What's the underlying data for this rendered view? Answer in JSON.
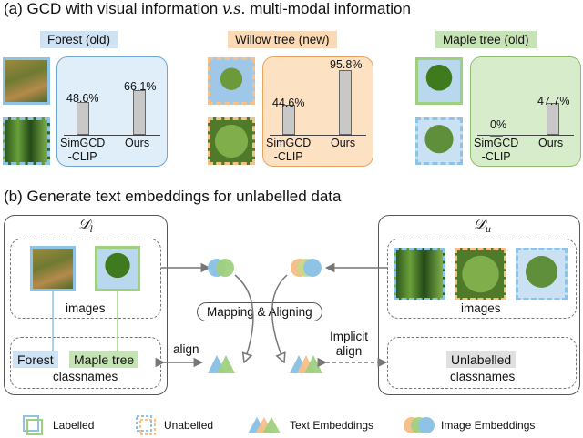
{
  "section_a": {
    "title_prefix": "(a) GCD with visual information ",
    "title_vs": "v.s.",
    "title_suffix": " multi-modal information",
    "panels": [
      {
        "label": "Forest (old)",
        "label_color": "#cfe2f3",
        "panel_bg": "#dfeef8",
        "panel_border": "#6aa7d4",
        "methods": [
          "SimGCD\n-CLIP",
          "Ours"
        ],
        "values": [
          48.6,
          66.1
        ],
        "value_labels": [
          "48.6%",
          "66.1%"
        ]
      },
      {
        "label": "Willow tree (new)",
        "label_color": "#fbd9b4",
        "panel_bg": "#fde1c3",
        "panel_border": "#e8a45c",
        "methods": [
          "SimGCD\n-CLIP",
          "Ours"
        ],
        "values": [
          44.6,
          95.8
        ],
        "value_labels": [
          "44.6%",
          "95.8%"
        ]
      },
      {
        "label": "Maple tree (old)",
        "label_color": "#c5e3b4",
        "panel_bg": "#d7ecca",
        "panel_border": "#8bbf6d",
        "methods": [
          "SimGCD\n-CLIP",
          "Ours"
        ],
        "values": [
          0,
          47.7
        ],
        "value_labels": [
          "0%",
          "47.7%"
        ]
      }
    ],
    "method_1": "SimGCD",
    "method_1b": "-CLIP",
    "method_2": "Ours"
  },
  "section_b": {
    "title": "(b) Generate text embeddings for unlabelled data",
    "left_box_label": "𝒟",
    "left_box_sub": "l",
    "right_box_label": "𝒟",
    "right_box_sub": "u",
    "images_label_left": "images",
    "images_label_right": "images",
    "classname_forest": "Forest",
    "classname_maple": "Maple tree",
    "classnames_left": "classnames",
    "unlabelled": "Unlabelled",
    "classnames_right": "classnames",
    "mapping": "Mapping & Aligning",
    "align": "align",
    "implicit": "Implicit",
    "implicit_align": "align"
  },
  "legend": {
    "labelled": "Labelled",
    "unlabelled": "Unabelled",
    "text_embeddings": "Text Embeddings",
    "image_embeddings": "Image Embeddings"
  },
  "colors": {
    "blue": "#8ec3e6",
    "orange": "#f5c08a",
    "green": "#9fd07f",
    "bar_fill": "#c8c8c8"
  }
}
